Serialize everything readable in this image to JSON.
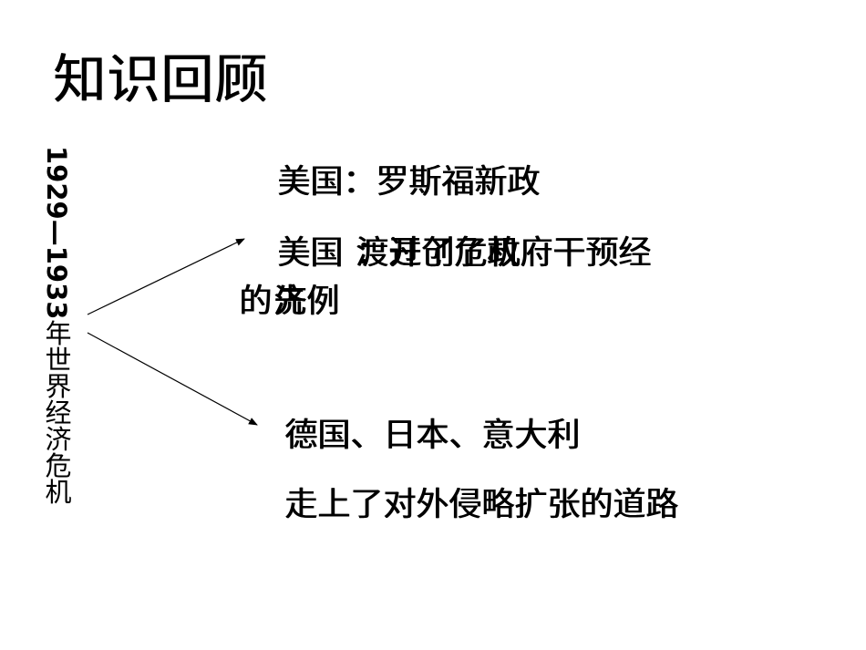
{
  "slide": {
    "title": "知识回顾",
    "side_label_years": "1929—1933",
    "side_label_text": "年世界经济危机",
    "branch_top": {
      "line1": "美国：罗斯福新政",
      "line2_a": "美国",
      "line2_b": "渡过了危机",
      "line2_c": "：开创了政府干预经",
      "line3_a": "的",
      "line3_b": "先例",
      "line3_c": "济"
    },
    "branch_bottom": {
      "line1": "德国、日本、意大利",
      "line2": "走上了对外侵略扩张的道路"
    }
  }
}
